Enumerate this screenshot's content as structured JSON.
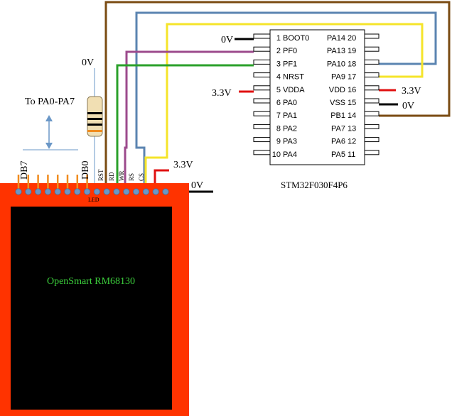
{
  "mcu": {
    "name": "STM32F030F4P6",
    "left_pins": [
      {
        "num": "1",
        "name": "BOOT0"
      },
      {
        "num": "2",
        "name": "PF0"
      },
      {
        "num": "3",
        "name": "PF1"
      },
      {
        "num": "4",
        "name": "NRST"
      },
      {
        "num": "5",
        "name": "VDDA"
      },
      {
        "num": "6",
        "name": "PA0"
      },
      {
        "num": "7",
        "name": "PA1"
      },
      {
        "num": "8",
        "name": "PA2"
      },
      {
        "num": "9",
        "name": "PA3"
      },
      {
        "num": "10",
        "name": "PA4"
      }
    ],
    "right_pins": [
      {
        "num": "20",
        "name": "PA14"
      },
      {
        "num": "19",
        "name": "PA13"
      },
      {
        "num": "18",
        "name": "PA10"
      },
      {
        "num": "17",
        "name": "PA9"
      },
      {
        "num": "16",
        "name": "VDD"
      },
      {
        "num": "15",
        "name": "VSS"
      },
      {
        "num": "14",
        "name": "PB1"
      },
      {
        "num": "13",
        "name": "PA7"
      },
      {
        "num": "12",
        "name": "PA6"
      },
      {
        "num": "11",
        "name": "PA5"
      }
    ]
  },
  "power_labels": {
    "boot0_gnd": "0V",
    "vdda": "3.3V",
    "vdd": "3.3V",
    "vss": "0V",
    "lcd_vcc": "3.3V",
    "lcd_gnd": "0V",
    "resistor_gnd": "0V"
  },
  "lcd": {
    "name": "OpenSmart RM68130",
    "pin_labels": [
      "DB7",
      "DB0",
      "RST",
      "RD",
      "WR",
      "RS",
      "CS"
    ],
    "led_label": "LED"
  },
  "bus_label": "To PA0-PA7",
  "colors": {
    "brown_wire": "#7a4b12",
    "blue_wire": "#5b84b1",
    "yellow_wire": "#f5e42a",
    "purple_wire": "#9c4a8c",
    "green_wire": "#2aa02a",
    "red_wire": "#e01010",
    "orange_pin": "#f08c1e",
    "lcd_border": "#ff3300",
    "lcd_screen": "#000000",
    "lcd_text": "#3ccf3c",
    "pin_dot": "#6a97c7"
  }
}
